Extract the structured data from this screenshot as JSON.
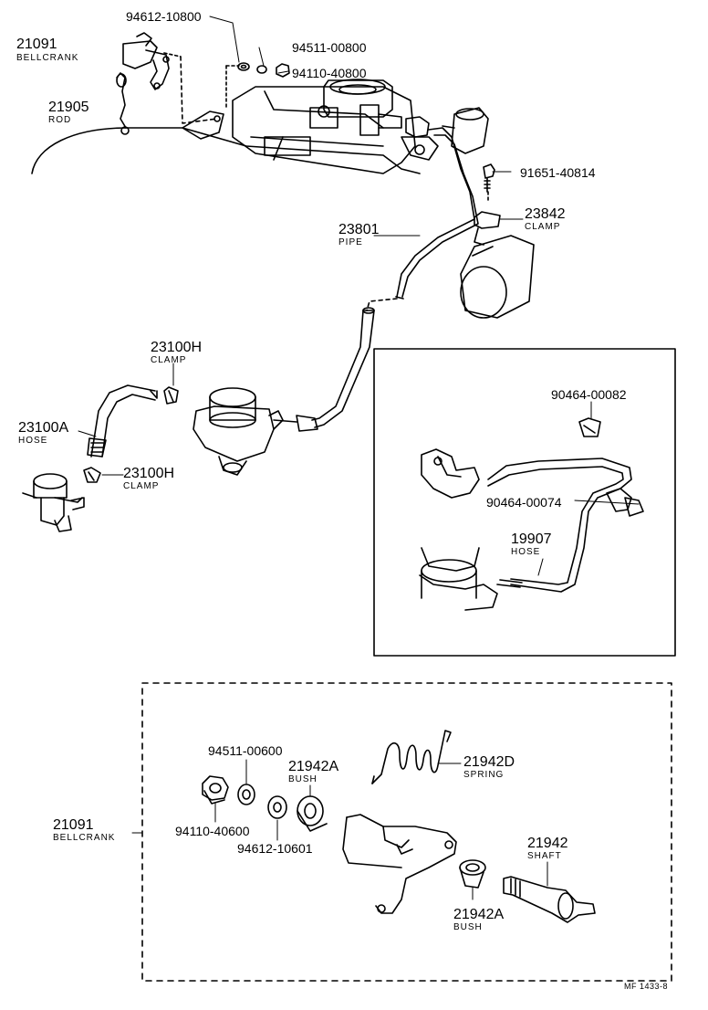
{
  "labels": {
    "pn_94612_10800": "94612-10800",
    "pn_94511_00800": "94511-00800",
    "pn_94110_40800": "94110-40800",
    "pn_21091_top": "21091",
    "name_bellcrank_top": "BELLCRANK",
    "pn_21905": "21905",
    "name_rod": "ROD",
    "pn_91651_40814": "91651-40814",
    "pn_23842": "23842",
    "name_clamp_23842": "CLAMP",
    "pn_23801": "23801",
    "name_pipe": "PIPE",
    "pn_23100h_top": "23100H",
    "name_clamp_top": "CLAMP",
    "pn_23100a": "23100A",
    "name_hose_a": "HOSE",
    "pn_23100h_bottom": "23100H",
    "name_clamp_bottom": "CLAMP",
    "pn_90464_00082": "90464-00082",
    "pn_90464_00074": "90464-00074",
    "pn_19907": "19907",
    "name_hose_19907": "HOSE",
    "pn_94511_00600": "94511-00600",
    "pn_21942a_top": "21942A",
    "name_bush_top": "BUSH",
    "pn_21942d": "21942D",
    "name_spring": "SPRING",
    "pn_21091_bottom": "21091",
    "name_bellcrank_bottom": "BELLCRANK",
    "pn_94110_40600": "94110-40600",
    "pn_94612_10601": "94612-10601",
    "pn_21942": "21942",
    "name_shaft": "SHAFT",
    "pn_21942a_bottom": "21942A",
    "name_bush_bottom": "BUSH",
    "footer_code": "MF  1433-8"
  },
  "icons": {
    "bellcrank": "bellcrank-icon",
    "rod": "rod-icon",
    "washer": "washer-icon",
    "nut": "nut-icon",
    "bolt": "bolt-icon",
    "pipe": "pipe-icon",
    "clamp": "clamp-icon",
    "hose": "hose-icon",
    "vacuum_valve": "vacuum-valve-icon",
    "spring": "spring-icon",
    "bush": "bush-icon",
    "shaft": "shaft-icon"
  }
}
